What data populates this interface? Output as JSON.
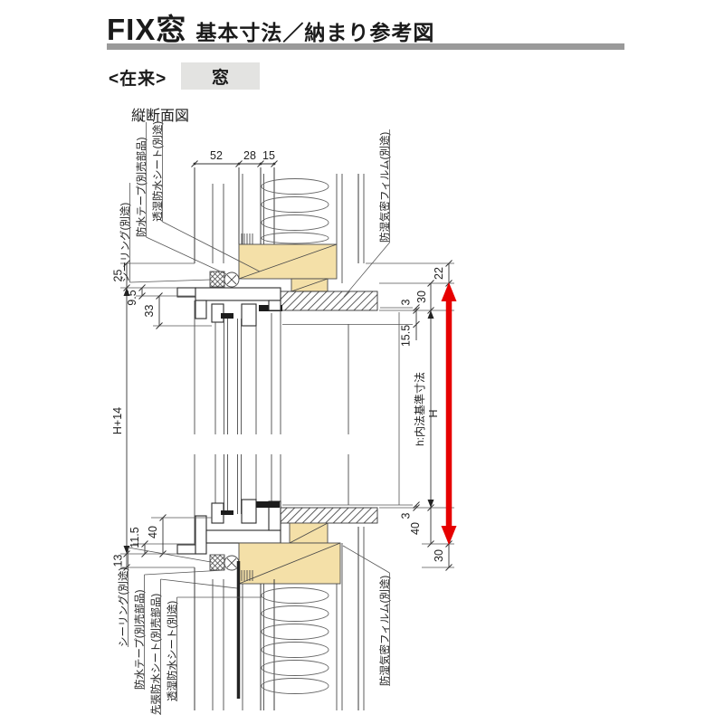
{
  "header": {
    "brand": "FIX窓",
    "subtitle": "基本寸法／納まり参考図",
    "method": "<在来>",
    "chip": "窓",
    "drawing_type": "縦断面図"
  },
  "dims": {
    "top": [
      "52",
      "28",
      "15"
    ],
    "left": {
      "d25": "25",
      "d95": "9.5",
      "d33": "33",
      "hp14": "H+14",
      "d115": "11.5",
      "d40": "40",
      "d13": "13"
    },
    "right": {
      "d22": "22",
      "d30t": "30",
      "d3t": "3",
      "d155": "15.5",
      "h_label": "h:内法基準寸法",
      "H": "H",
      "d3b": "3",
      "d40b": "40",
      "d30b": "30"
    }
  },
  "labels": {
    "sealing": "シーリング(別途)",
    "tape": "防水テープ(別売部品)",
    "breathable_sheet": "透湿防水シート(別途)",
    "pre_sheet": "先張防水シート(別売部品)",
    "film": "防湿気密フィルム(別途)"
  },
  "colors": {
    "accent_red": "#e60000",
    "wood_fill": "#f4e0a8",
    "chip_bg": "#e3e3e1",
    "rule_gray": "#9a9a9a"
  }
}
